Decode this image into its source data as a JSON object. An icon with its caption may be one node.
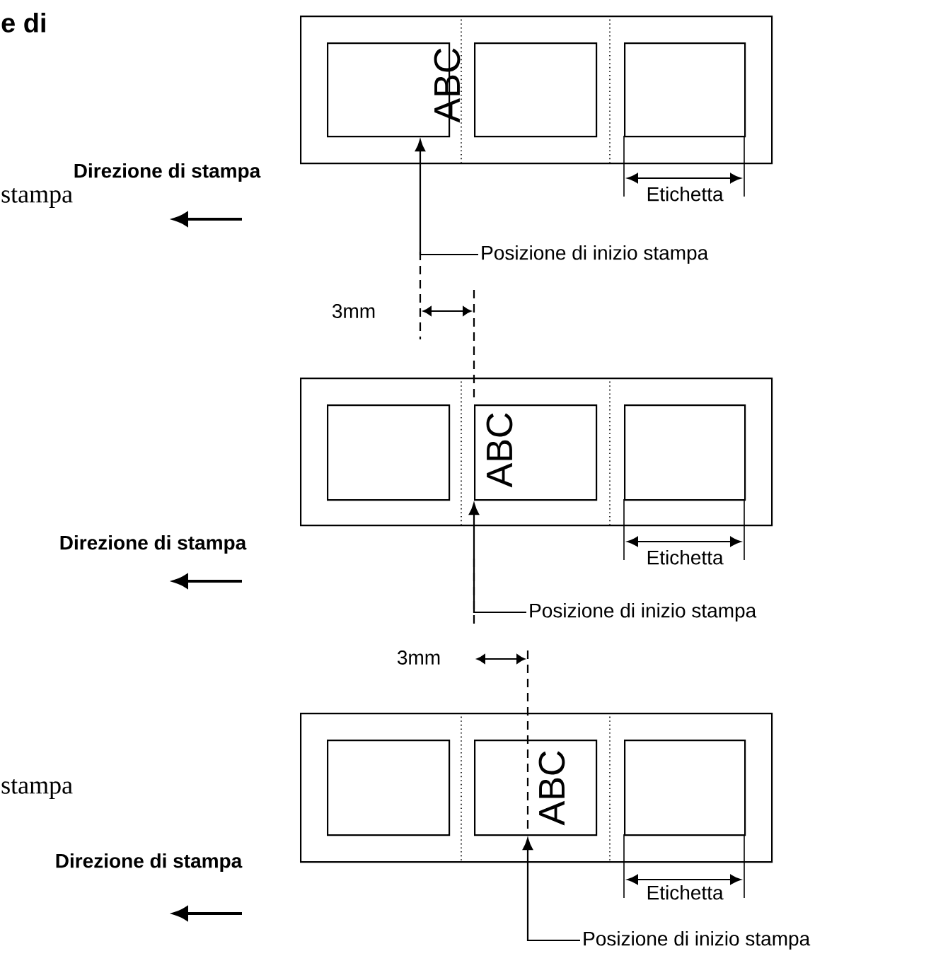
{
  "diagram": {
    "nodes": [
      {
        "text": [],
        "shape": "box"
      },
      {
        "text": [],
        "shape": "box",
        "in": 0
      },
      {
        "text": [],
        "shape": "box",
        "in": 0
      },
      {
        "text": [],
        "shape": "box",
        "in": 0,
        "beside": [
          "Etichetta"
        ]
      },
      {
        "text": [],
        "shape": "box"
      },
      {
        "text": [],
        "shape": "box",
        "in": 4
      },
      {
        "text": [],
        "shape": "box",
        "in": 4
      },
      {
        "text": [],
        "shape": "box",
        "in": 4,
        "beside": [
          "Etichetta"
        ]
      },
      {
        "text": [],
        "shape": "box"
      },
      {
        "text": [],
        "shape": "box",
        "in": 8
      },
      {
        "text": [],
        "shape": "box",
        "in": 8
      },
      {
        "text": [],
        "shape": "box",
        "in": 8,
        "beside": [
          "Etichetta"
        ]
      },
      {
        "text": [
          "Posizione di inizio stampa"
        ]
      },
      {
        "text": [
          "Posizione di inizio stampa"
        ]
      },
      {
        "text": [
          "Posizione di inizio stampa"
        ]
      }
    ],
    "edges": [
      {
        "from": 12,
        "to": 1,
        "arrow": "to"
      },
      {
        "from": 13,
        "to": 6,
        "arrow": "to"
      },
      {
        "from": 14,
        "to": 10,
        "arrow": "to"
      }
    ],
    "labels": [
      "e di",
      "ABC",
      "Direzione di stampa",
      "stampa",
      "3mm",
      "ABC",
      "Direzione di stampa",
      "3mm",
      "stampa",
      "ABC",
      "Direzione di stampa"
    ]
  }
}
